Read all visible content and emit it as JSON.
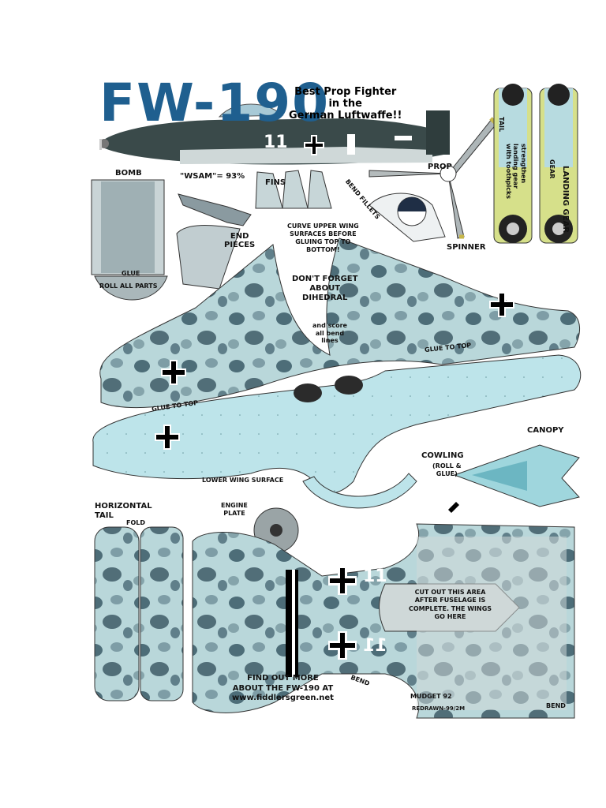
{
  "title": "FW-190",
  "subtitle": [
    "Best Prop Fighter",
    "in the",
    "German Luftwaffe!!"
  ],
  "labels": {
    "bomb": "BOMB",
    "wsam": "\"WSAM\"= 93%",
    "fins": "FINS",
    "prop": "PROP",
    "spinner": "SPINNER",
    "bend_fillets": "BEND FILLETS",
    "landing_gear": "LANDING GEAR",
    "tail": "TAIL",
    "gear": "GEAR",
    "strengthen": [
      "strengthen",
      "landing gear",
      "with toothpicks"
    ],
    "glue": "GLUE",
    "roll_all_parts": "ROLL ALL PARTS",
    "end_pieces": [
      "END",
      "PIECES"
    ],
    "curve_note": [
      "CURVE UPPER WING",
      "SURFACES BEFORE",
      "GLUING TOP TO",
      "BOTTOM!"
    ],
    "dihedral": [
      "DON'T FORGET",
      "ABOUT",
      "DIHEDRAL"
    ],
    "score": [
      "and score",
      "all bend",
      "lines"
    ],
    "glue_to_top_left": "GLUE TO TOP",
    "glue_to_top_right": "GLUE TO TOP",
    "lower_wing": "LOWER WING SURFACE",
    "canopy": "CANOPY",
    "cowling": "COWLING",
    "roll_glue": [
      "(ROLL &",
      "GLUE)"
    ],
    "horizontal_tail": [
      "HORIZONTAL",
      "TAIL"
    ],
    "fold": "FOLD",
    "engine_plate": [
      "ENGINE",
      "PLATE"
    ],
    "cut_out": [
      "CUT OUT THIS AREA",
      "AFTER FUSELAGE IS",
      "COMPLETE. THE WINGS",
      "GO HERE"
    ],
    "find_out": [
      "FIND OUT MORE",
      "ABOUT THE FW-190 AT",
      "www.fiddlersgreen.net"
    ],
    "bend_a": "BEND",
    "bend_b": "BEND",
    "midget": "MUDGET 92",
    "redrawn": "REDRAWN-99/2M",
    "num_11": "11"
  },
  "colors": {
    "title": "#1f5f8f",
    "camo_light": "#b9d7da",
    "camo_dark": "#2f4a57",
    "camo_mid": "#6f8f98",
    "underside": "#bde4ea",
    "gear_yellow": "#d6e08a"
  }
}
